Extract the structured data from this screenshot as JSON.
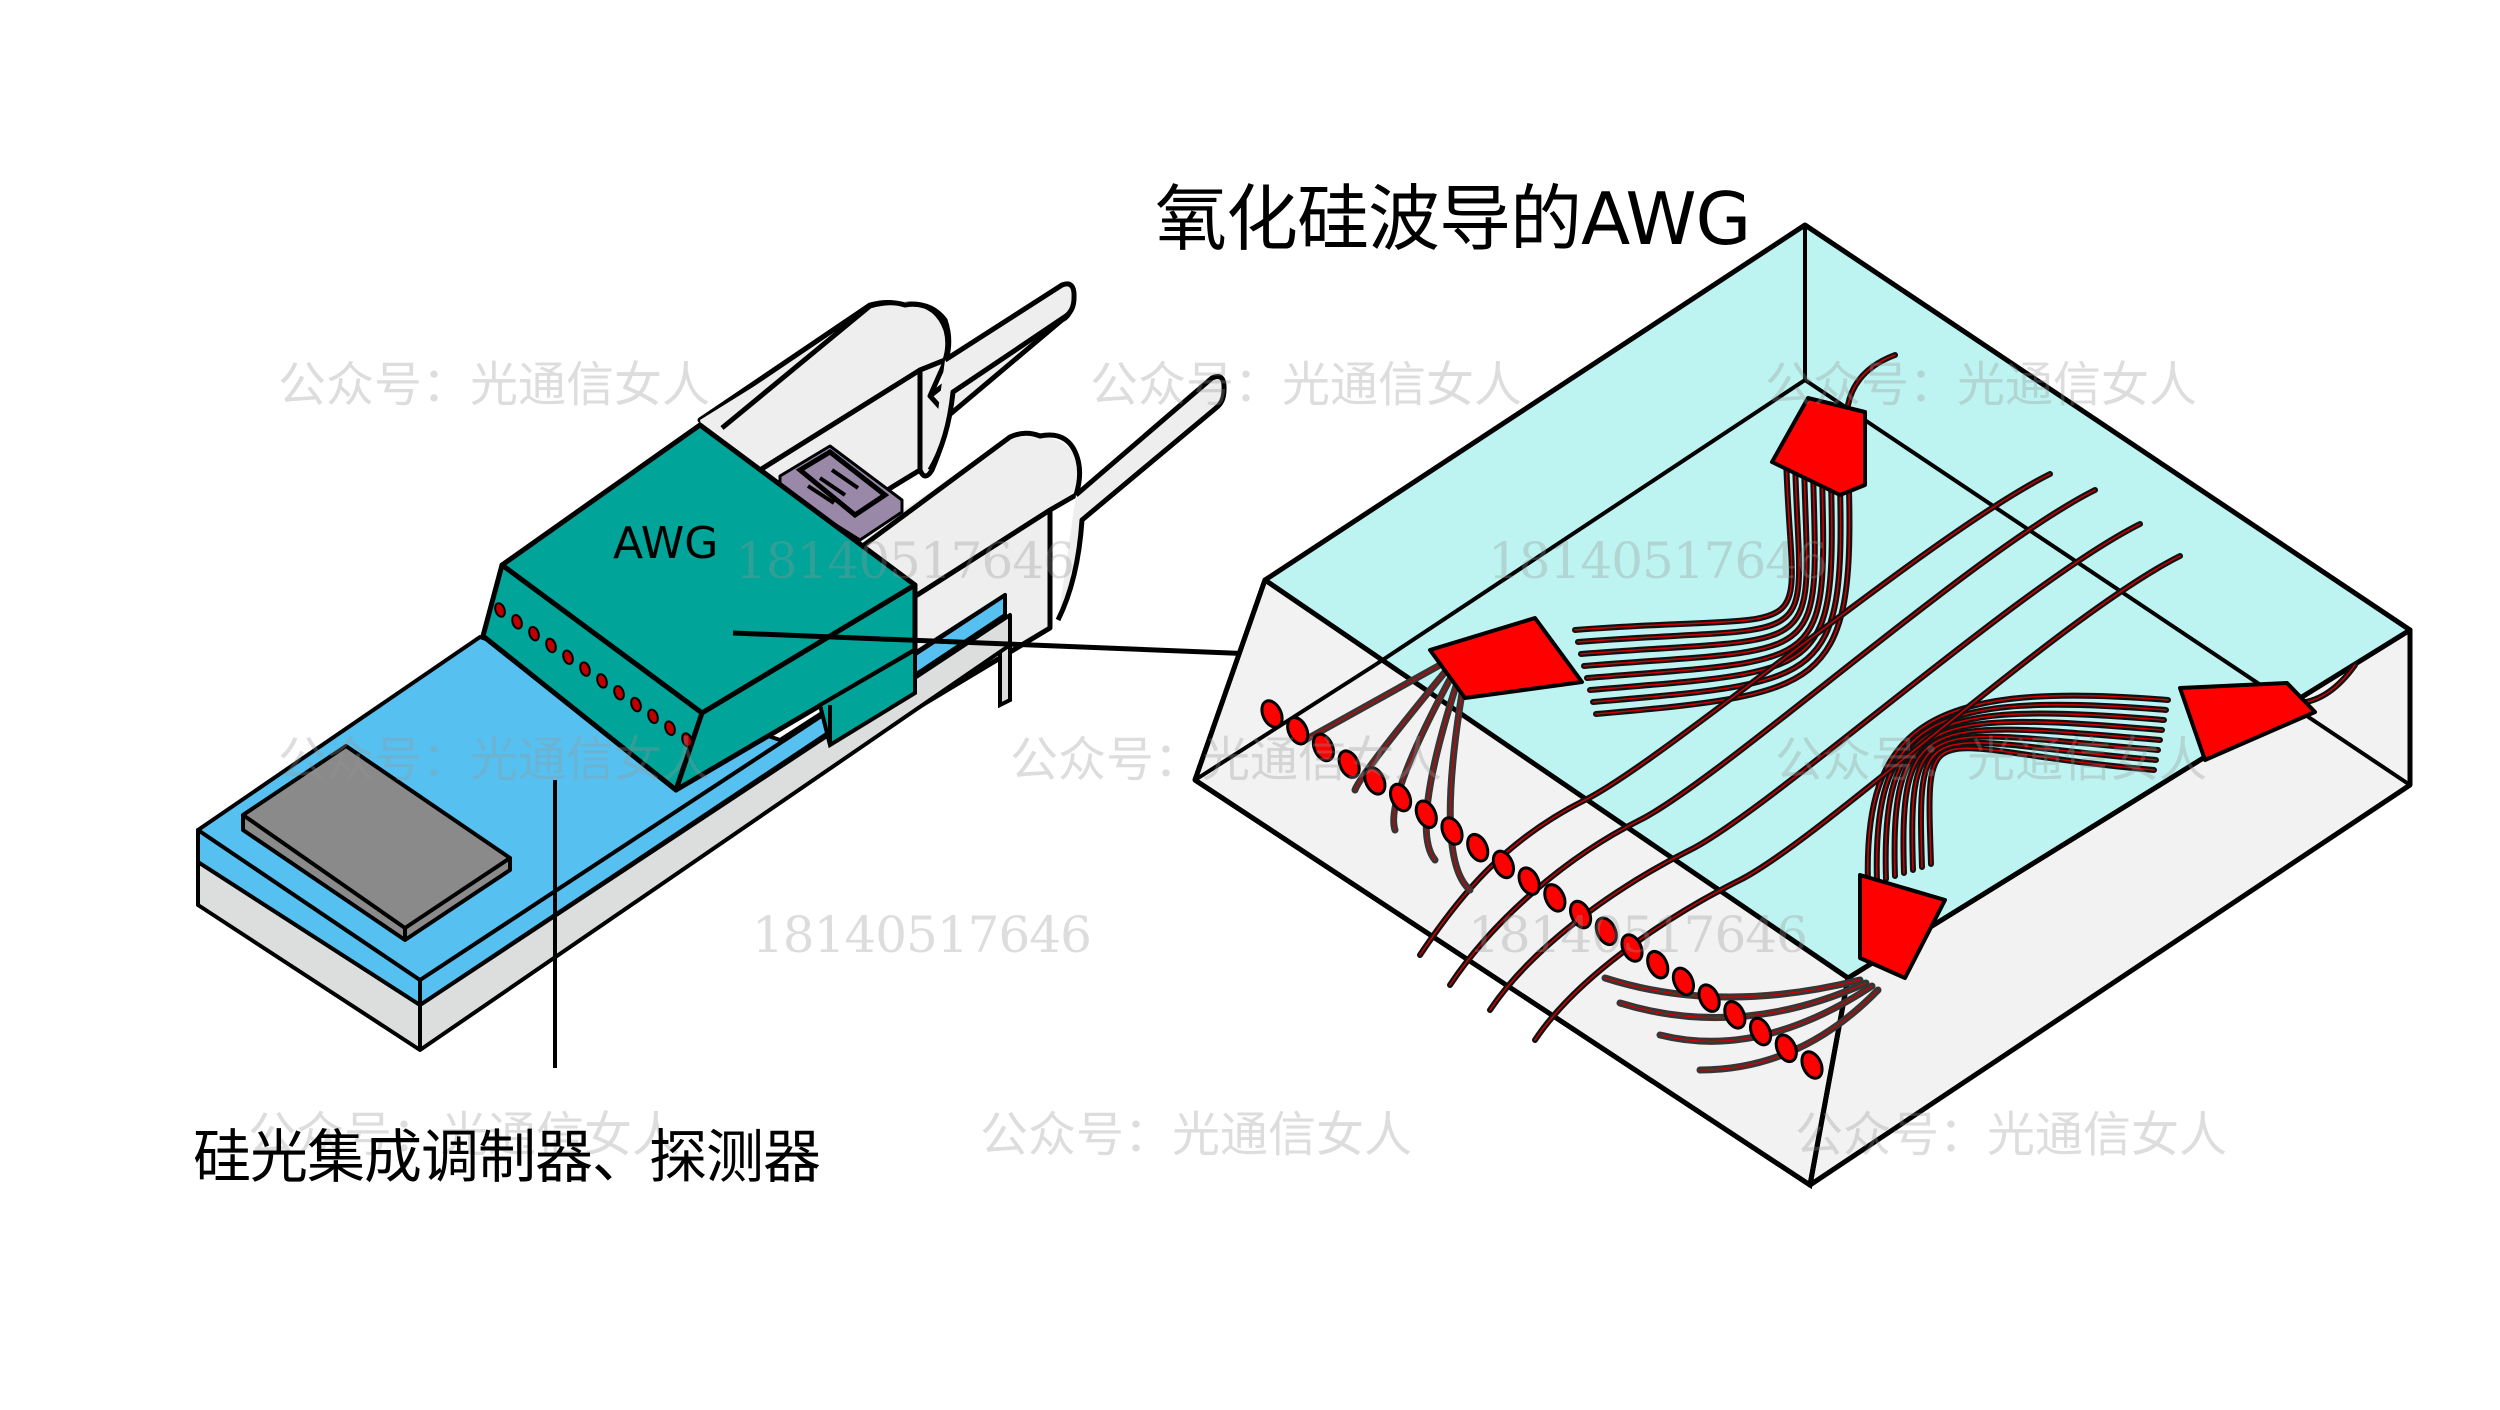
{
  "diagram": {
    "title": "氧化硅波导的AWG",
    "module_label": "AWG",
    "caption": "硅光集成调制器、探测器",
    "colors": {
      "awg_block": "#00a498",
      "si_photonics_layer": "#56c1f0",
      "substrate": "#dcdddd",
      "chip": "#8a8a8a",
      "fiber_connector": "#eeeeee",
      "electrical_pad": "#9a88a8",
      "cladding_top": "#bdf3f1",
      "box_side": "#f2f2f2",
      "star_coupler": "#ff0000",
      "waveguide": "#111111",
      "port": "#ff0000"
    },
    "left_module": {
      "port_count": 12,
      "fiber_count": 2
    },
    "awg_chip": {
      "star_couplers": 4,
      "edge_ports": 22,
      "arrayed_waveguides_per_coupler": 8
    }
  },
  "watermarks": {
    "text": "公众号：光通信女人",
    "number": "18140517646"
  }
}
